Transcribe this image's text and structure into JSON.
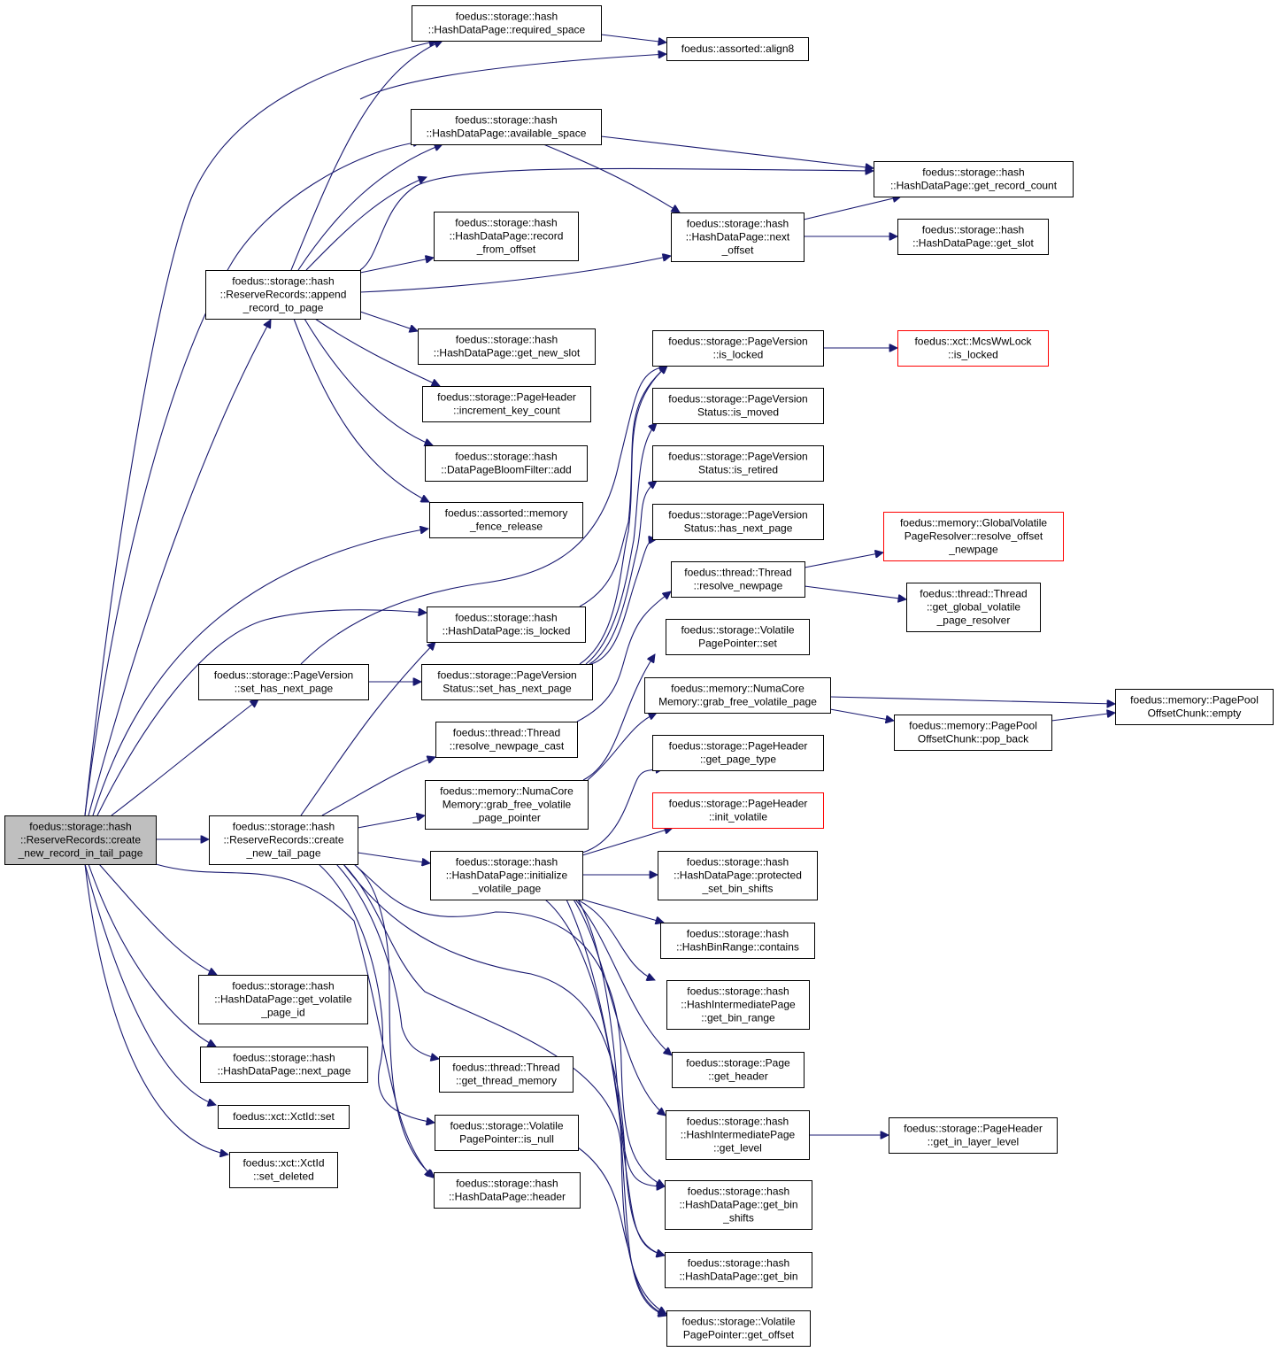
{
  "colors": {
    "edge": "#191970",
    "box_border": "#000000",
    "truncated_border": "#ff0000",
    "root_fill": "#bfbfbf"
  },
  "nodes": [
    {
      "id": "root",
      "lines": [
        "foedus::storage::hash",
        "::ReserveRecords::create",
        "_new_record_in_tail_page"
      ],
      "highlight": true
    },
    {
      "id": "required_space",
      "lines": [
        "foedus::storage::hash",
        "::HashDataPage::required_space"
      ]
    },
    {
      "id": "align8",
      "lines": [
        "foedus::assorted::align8"
      ]
    },
    {
      "id": "available_space",
      "lines": [
        "foedus::storage::hash",
        "::HashDataPage::available_space"
      ]
    },
    {
      "id": "get_record_count",
      "lines": [
        "foedus::storage::hash",
        "::HashDataPage::get_record_count"
      ]
    },
    {
      "id": "record_from_offset",
      "lines": [
        "foedus::storage::hash",
        "::HashDataPage::record",
        "_from_offset"
      ]
    },
    {
      "id": "next_offset",
      "lines": [
        "foedus::storage::hash",
        "::HashDataPage::next",
        "_offset"
      ]
    },
    {
      "id": "get_slot",
      "lines": [
        "foedus::storage::hash",
        "::HashDataPage::get_slot"
      ]
    },
    {
      "id": "append_record",
      "lines": [
        "foedus::storage::hash",
        "::ReserveRecords::append",
        "_record_to_page"
      ]
    },
    {
      "id": "get_new_slot",
      "lines": [
        "foedus::storage::hash",
        "::HashDataPage::get_new_slot"
      ]
    },
    {
      "id": "pv_is_locked",
      "lines": [
        "foedus::storage::PageVersion",
        "::is_locked"
      ]
    },
    {
      "id": "mcs_is_locked",
      "lines": [
        "foedus::xct::McsWwLock",
        "::is_locked"
      ],
      "truncated": true
    },
    {
      "id": "increment_key_count",
      "lines": [
        "foedus::storage::PageHeader",
        "::increment_key_count"
      ]
    },
    {
      "id": "is_moved",
      "lines": [
        "foedus::storage::PageVersion",
        "Status::is_moved"
      ]
    },
    {
      "id": "bloom_add",
      "lines": [
        "foedus::storage::hash",
        "::DataPageBloomFilter::add"
      ]
    },
    {
      "id": "is_retired",
      "lines": [
        "foedus::storage::PageVersion",
        "Status::is_retired"
      ]
    },
    {
      "id": "memory_fence_release",
      "lines": [
        "foedus::assorted::memory",
        "_fence_release"
      ]
    },
    {
      "id": "pvs_has_next_page",
      "lines": [
        "foedus::storage::PageVersion",
        "Status::has_next_page"
      ]
    },
    {
      "id": "resolve_offset_newpage",
      "lines": [
        "foedus::memory::GlobalVolatile",
        "PageResolver::resolve_offset",
        "_newpage"
      ],
      "truncated": true
    },
    {
      "id": "thread_resolve_newpage",
      "lines": [
        "foedus::thread::Thread",
        "::resolve_newpage"
      ]
    },
    {
      "id": "get_global_volatile_page_resolver",
      "lines": [
        "foedus::thread::Thread",
        "::get_global_volatile",
        "_page_resolver"
      ]
    },
    {
      "id": "hdp_is_locked",
      "lines": [
        "foedus::storage::hash",
        "::HashDataPage::is_locked"
      ]
    },
    {
      "id": "vpp_set",
      "lines": [
        "foedus::storage::Volatile",
        "PagePointer::set"
      ]
    },
    {
      "id": "pv_set_has_next_page",
      "lines": [
        "foedus::storage::PageVersion",
        "::set_has_next_page"
      ]
    },
    {
      "id": "pvs_set_has_next_page",
      "lines": [
        "foedus::storage::PageVersion",
        "Status::set_has_next_page"
      ]
    },
    {
      "id": "grab_free_volatile_page",
      "lines": [
        "foedus::memory::NumaCore",
        "Memory::grab_free_volatile_page"
      ]
    },
    {
      "id": "chunk_empty",
      "lines": [
        "foedus::memory::PagePool",
        "OffsetChunk::empty"
      ]
    },
    {
      "id": "resolve_newpage_cast",
      "lines": [
        "foedus::thread::Thread",
        "::resolve_newpage_cast"
      ]
    },
    {
      "id": "pop_back",
      "lines": [
        "foedus::memory::PagePool",
        "OffsetChunk::pop_back"
      ]
    },
    {
      "id": "get_page_type",
      "lines": [
        "foedus::storage::PageHeader",
        "::get_page_type"
      ]
    },
    {
      "id": "grab_free_volatile_page_pointer",
      "lines": [
        "foedus::memory::NumaCore",
        "Memory::grab_free_volatile",
        "_page_pointer"
      ]
    },
    {
      "id": "init_volatile",
      "lines": [
        "foedus::storage::PageHeader",
        "::init_volatile"
      ],
      "truncated": true
    },
    {
      "id": "create_new_tail_page",
      "lines": [
        "foedus::storage::hash",
        "::ReserveRecords::create",
        "_new_tail_page"
      ]
    },
    {
      "id": "initialize_volatile_page",
      "lines": [
        "foedus::storage::hash",
        "::HashDataPage::initialize",
        "_volatile_page"
      ]
    },
    {
      "id": "protected_set_bin_shifts",
      "lines": [
        "foedus::storage::hash",
        "::HashDataPage::protected",
        "_set_bin_shifts"
      ]
    },
    {
      "id": "bin_range_contains",
      "lines": [
        "foedus::storage::hash",
        "::HashBinRange::contains"
      ]
    },
    {
      "id": "get_volatile_page_id",
      "lines": [
        "foedus::storage::hash",
        "::HashDataPage::get_volatile",
        "_page_id"
      ]
    },
    {
      "id": "get_bin_range",
      "lines": [
        "foedus::storage::hash",
        "::HashIntermediatePage",
        "::get_bin_range"
      ]
    },
    {
      "id": "hdp_next_page",
      "lines": [
        "foedus::storage::hash",
        "::HashDataPage::next_page"
      ]
    },
    {
      "id": "get_thread_memory",
      "lines": [
        "foedus::thread::Thread",
        "::get_thread_memory"
      ]
    },
    {
      "id": "page_get_header",
      "lines": [
        "foedus::storage::Page",
        "::get_header"
      ]
    },
    {
      "id": "xctid_set",
      "lines": [
        "foedus::xct::XctId::set"
      ]
    },
    {
      "id": "hip_get_level",
      "lines": [
        "foedus::storage::hash",
        "::HashIntermediatePage",
        "::get_level"
      ]
    },
    {
      "id": "get_in_layer_level",
      "lines": [
        "foedus::storage::PageHeader",
        "::get_in_layer_level"
      ]
    },
    {
      "id": "vpp_is_null",
      "lines": [
        "foedus::storage::Volatile",
        "PagePointer::is_null"
      ]
    },
    {
      "id": "set_deleted",
      "lines": [
        "foedus::xct::XctId",
        "::set_deleted"
      ]
    },
    {
      "id": "hdp_header",
      "lines": [
        "foedus::storage::hash",
        "::HashDataPage::header"
      ]
    },
    {
      "id": "get_bin_shifts",
      "lines": [
        "foedus::storage::hash",
        "::HashDataPage::get_bin",
        "_shifts"
      ]
    },
    {
      "id": "get_bin",
      "lines": [
        "foedus::storage::hash",
        "::HashDataPage::get_bin"
      ]
    },
    {
      "id": "get_offset",
      "lines": [
        "foedus::storage::Volatile",
        "PagePointer::get_offset"
      ]
    }
  ]
}
